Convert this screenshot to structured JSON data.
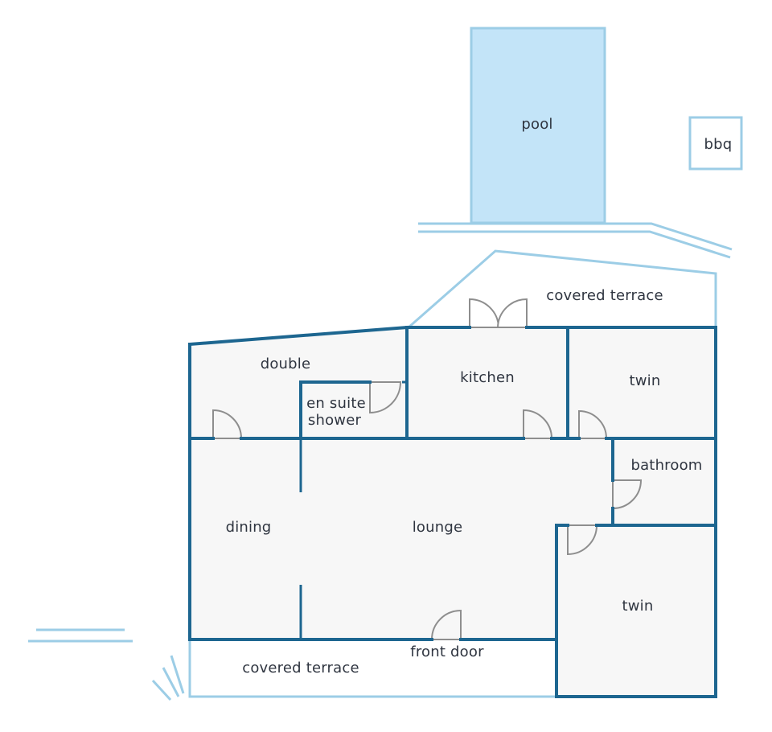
{
  "labels": {
    "pool": "pool",
    "bbq": "bbq",
    "covered_terrace_back": "covered terrace",
    "double": "double",
    "kitchen": "kitchen",
    "twin_top": "twin",
    "en_suite_line1": "en suite",
    "en_suite_line2": "shower",
    "bathroom": "bathroom",
    "dining": "dining",
    "lounge": "lounge",
    "twin_bottom": "twin",
    "front_door": "front door",
    "covered_terrace_front": "covered terrace"
  },
  "colors": {
    "wall": "#1d6690",
    "outline": "#9ccde6",
    "pool_fill": "#c3e4f8",
    "floor": "#f7f7f7",
    "text": "#2f3540",
    "door": "#8e8e8e"
  }
}
